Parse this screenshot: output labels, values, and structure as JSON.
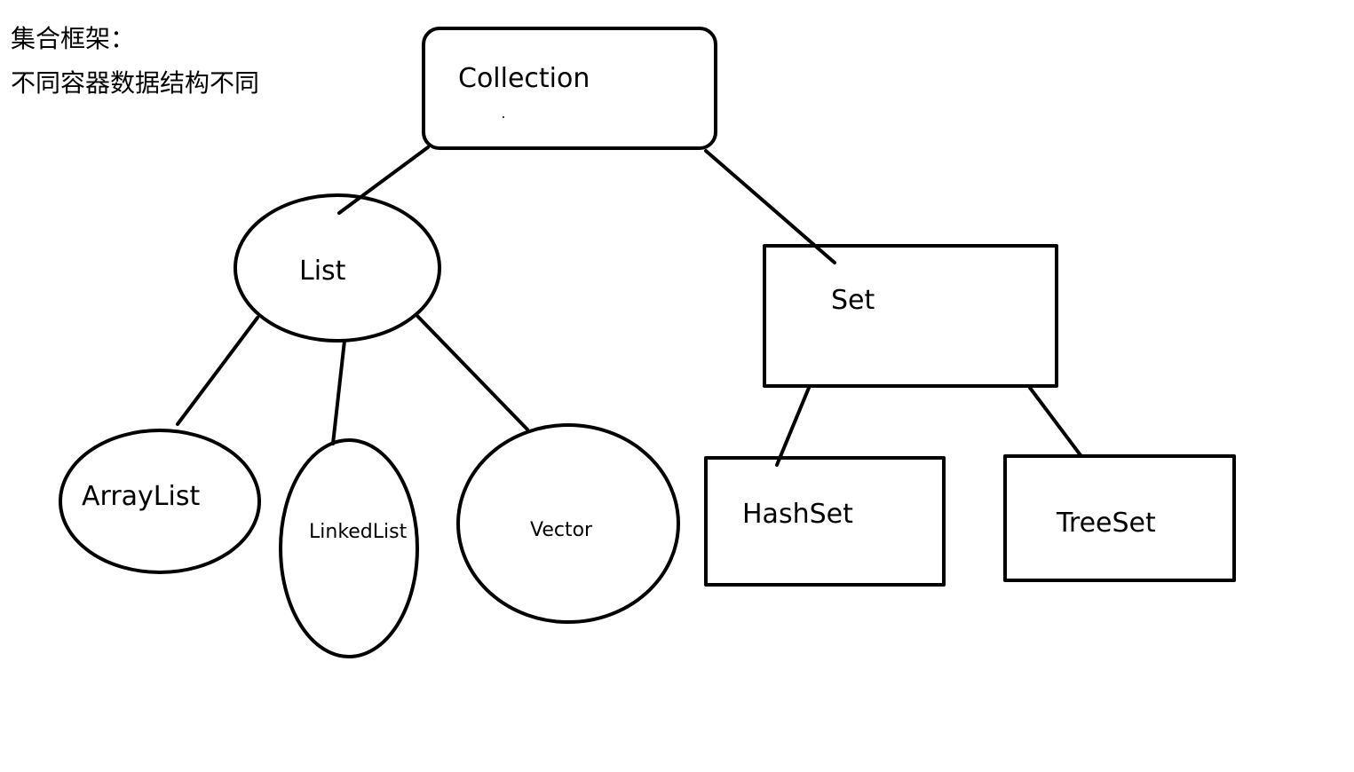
{
  "notes": {
    "line1": "集合框架：",
    "line2": "不同容器数据结构不同"
  },
  "nodes": {
    "collection": "Collection",
    "list": "List",
    "set": "Set",
    "arraylist": "ArrayList",
    "linkedlist": "LinkedList",
    "vector": "Vector",
    "hashset": "HashSet",
    "treeset": "TreeSet"
  },
  "colors": {
    "stroke": "#000000",
    "background": "#ffffff"
  }
}
